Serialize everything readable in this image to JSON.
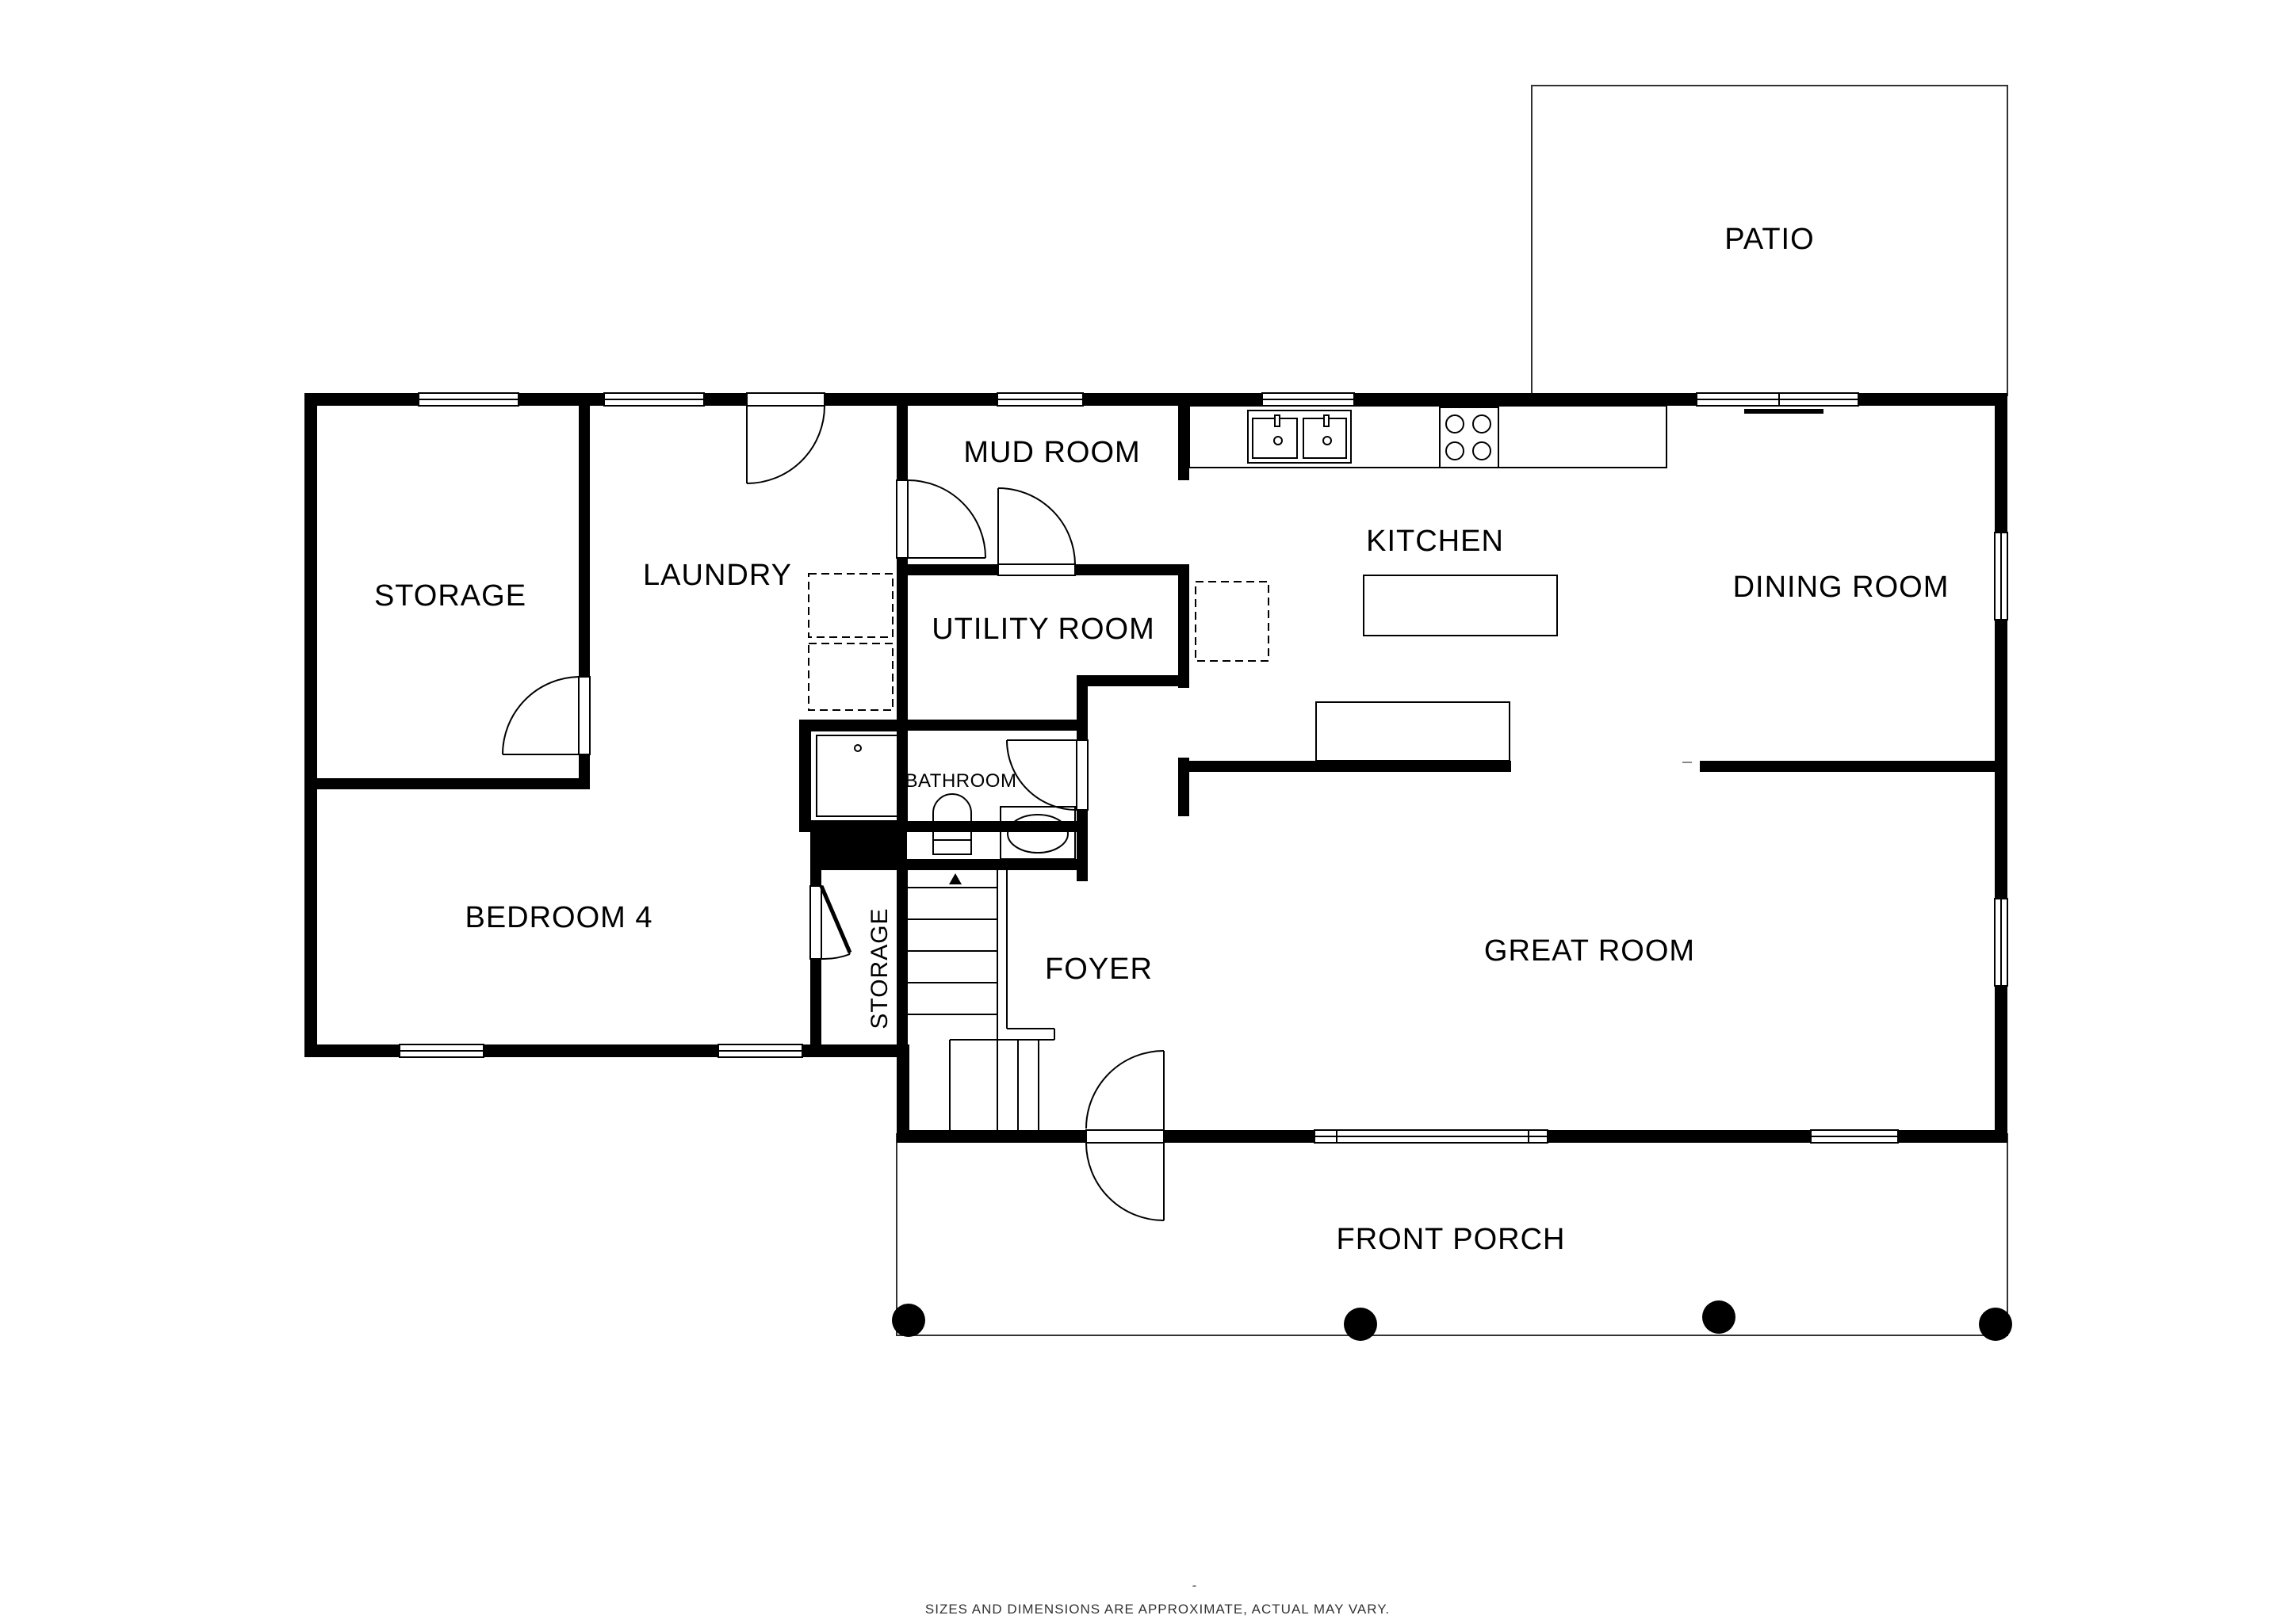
{
  "rooms": {
    "patio": "PATIO",
    "mud_room": "MUD ROOM",
    "kitchen": "KITCHEN",
    "dining_room": "DINING ROOM",
    "storage": "STORAGE",
    "laundry": "LAUNDRY",
    "utility_room": "UTILITY ROOM",
    "bathroom": "BATHROOM",
    "bedroom_4": "BEDROOM 4",
    "storage_small": "STORAGE",
    "foyer": "FOYER",
    "great_room": "GREAT ROOM",
    "front_porch": "FRONT PORCH"
  },
  "footer": {
    "dash": "-",
    "disclaimer": "SIZES AND DIMENSIONS ARE APPROXIMATE, ACTUAL MAY VARY."
  },
  "colors": {
    "wall": "#000000",
    "background": "#ffffff"
  }
}
